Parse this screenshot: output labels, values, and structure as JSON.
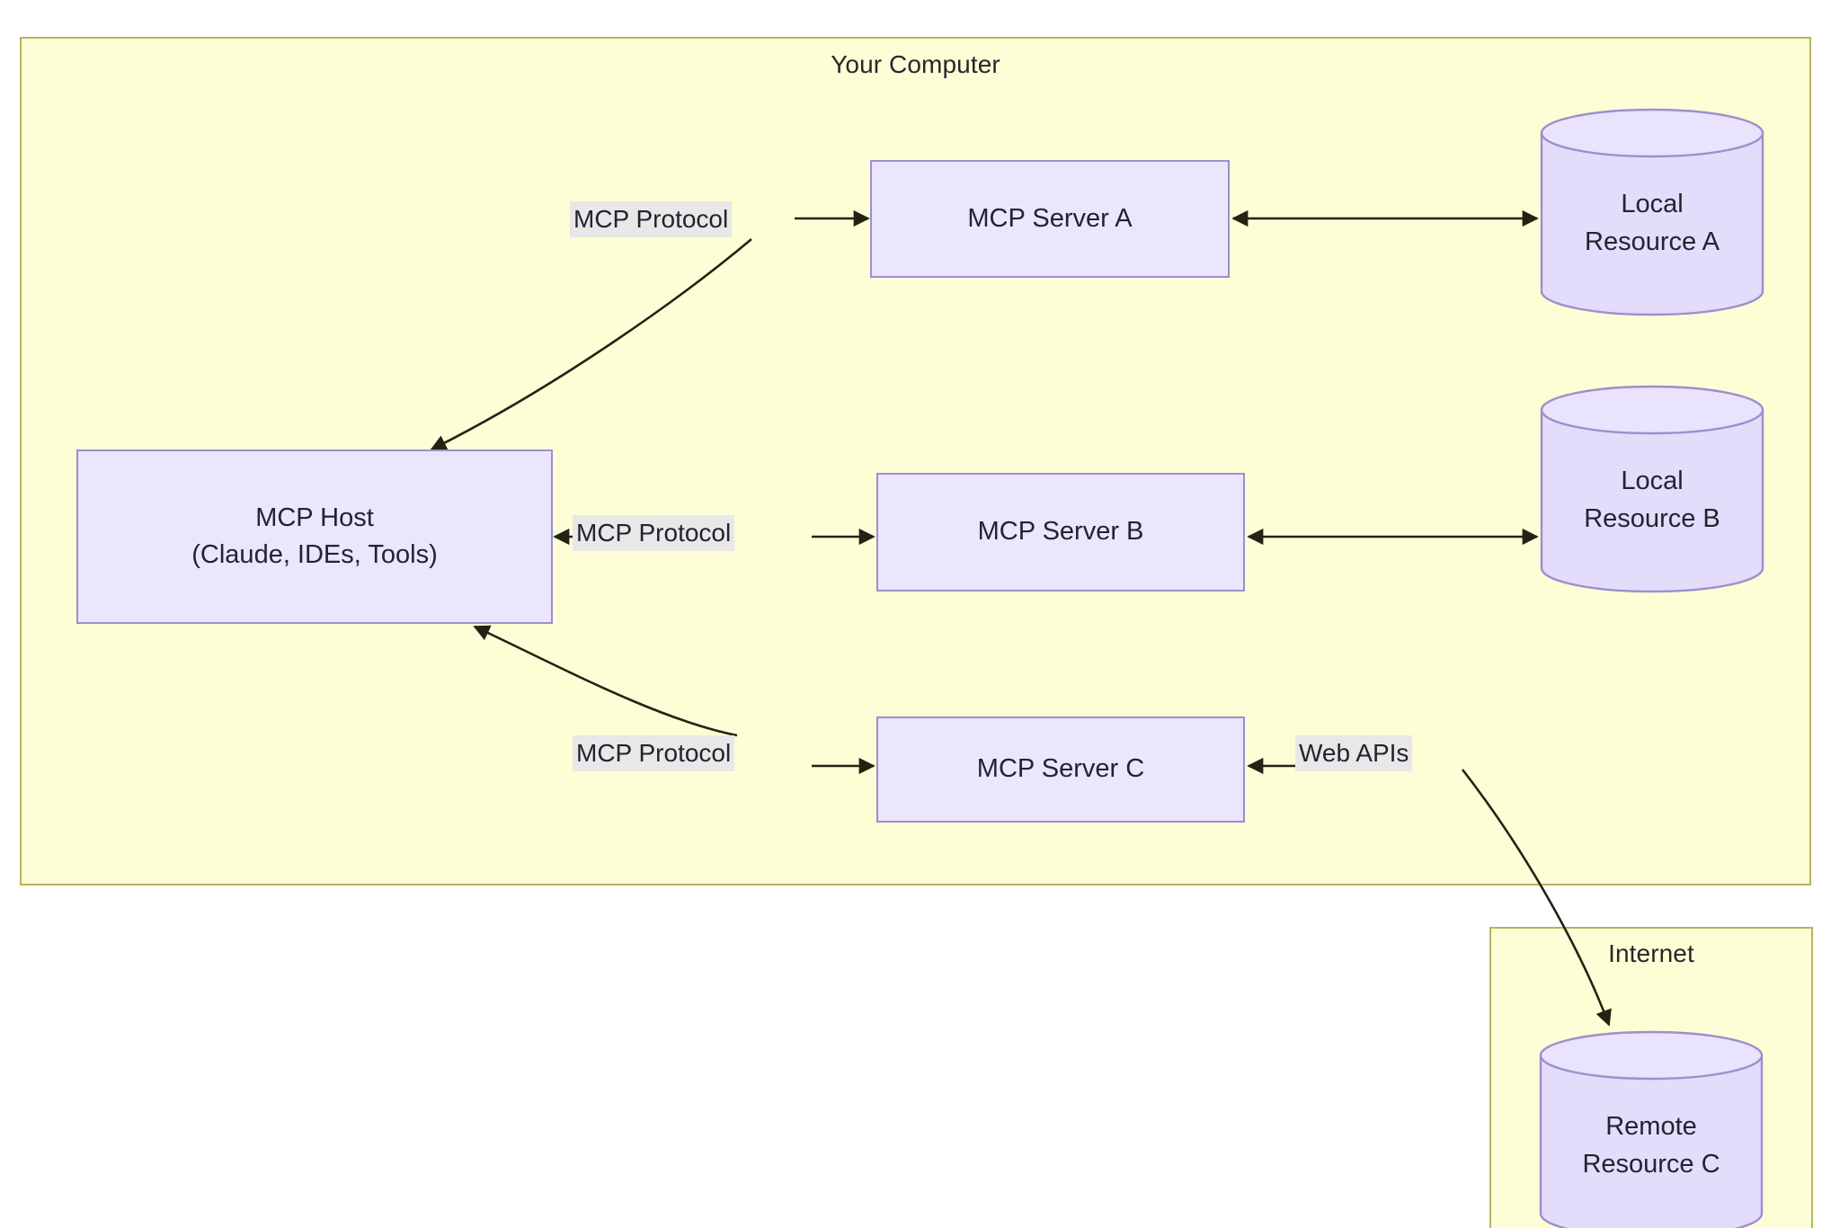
{
  "diagram": {
    "groups": {
      "your_computer": {
        "title": "Your Computer"
      },
      "internet": {
        "title": "Internet"
      }
    },
    "nodes": {
      "mcp_host": {
        "line1": "MCP Host",
        "line2": "(Claude, IDEs, Tools)"
      },
      "mcp_server_a": {
        "label": "MCP Server A"
      },
      "mcp_server_b": {
        "label": "MCP Server B"
      },
      "mcp_server_c": {
        "label": "MCP Server C"
      },
      "local_resource_a": {
        "line1": "Local",
        "line2": "Resource A"
      },
      "local_resource_b": {
        "line1": "Local",
        "line2": "Resource B"
      },
      "remote_resource_c": {
        "line1": "Remote",
        "line2": "Resource C"
      }
    },
    "edge_labels": {
      "host_to_server_a": "MCP Protocol",
      "host_to_server_b": "MCP Protocol",
      "host_to_server_c": "MCP Protocol",
      "server_c_to_remote": "Web APIs"
    },
    "colors": {
      "group_fill": "#fdfdd6",
      "group_border": "#b5b55c",
      "node_fill": "#eae6fd",
      "node_border": "#9c8fcd",
      "edge_stroke": "#232313",
      "label_background": "#e8e8e8",
      "text": "#232330",
      "page_background": "#ffffff"
    }
  }
}
